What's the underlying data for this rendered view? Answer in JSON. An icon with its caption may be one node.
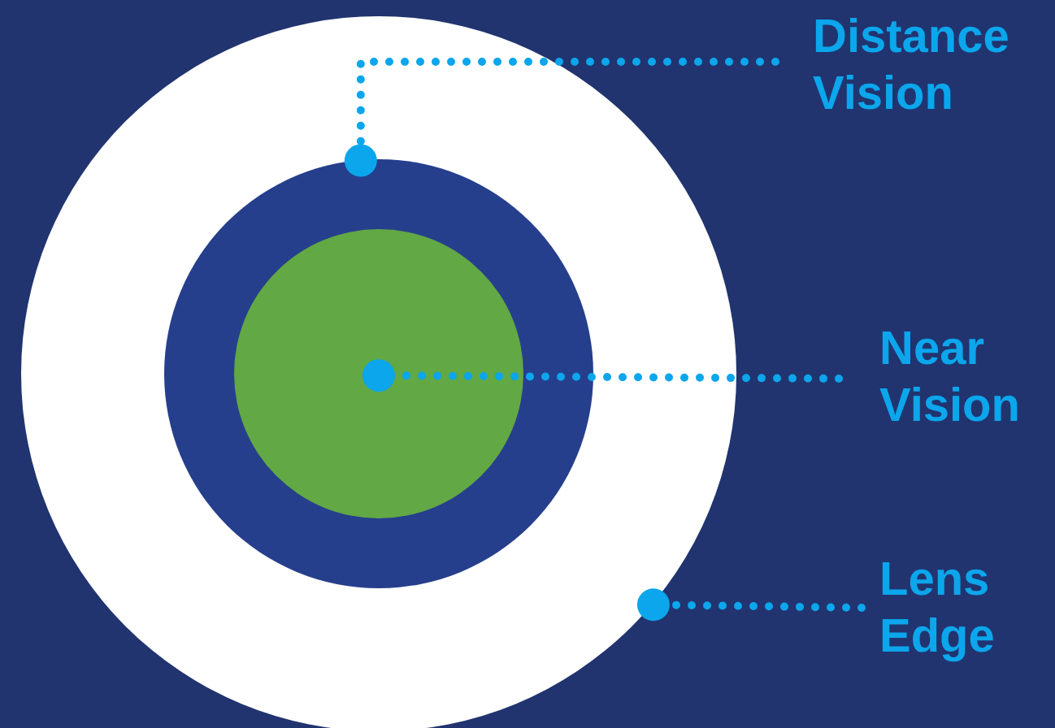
{
  "diagram": {
    "nodes": [
      {
        "text": [],
        "shape": "circle"
      },
      {
        "text": [],
        "shape": "circle",
        "in": 0
      },
      {
        "text": [],
        "shape": "circle",
        "in": 1
      },
      {
        "text": [
          "Distance Vision"
        ]
      },
      {
        "text": [
          "Near Vision"
        ]
      },
      {
        "text": [
          "Lens Edge"
        ]
      }
    ],
    "edges": [
      {
        "from": 3,
        "to": 1,
        "arrow": "other"
      },
      {
        "from": 4,
        "to": 2,
        "arrow": "other"
      },
      {
        "from": 5,
        "to": 0,
        "arrow": "other"
      }
    ]
  }
}
